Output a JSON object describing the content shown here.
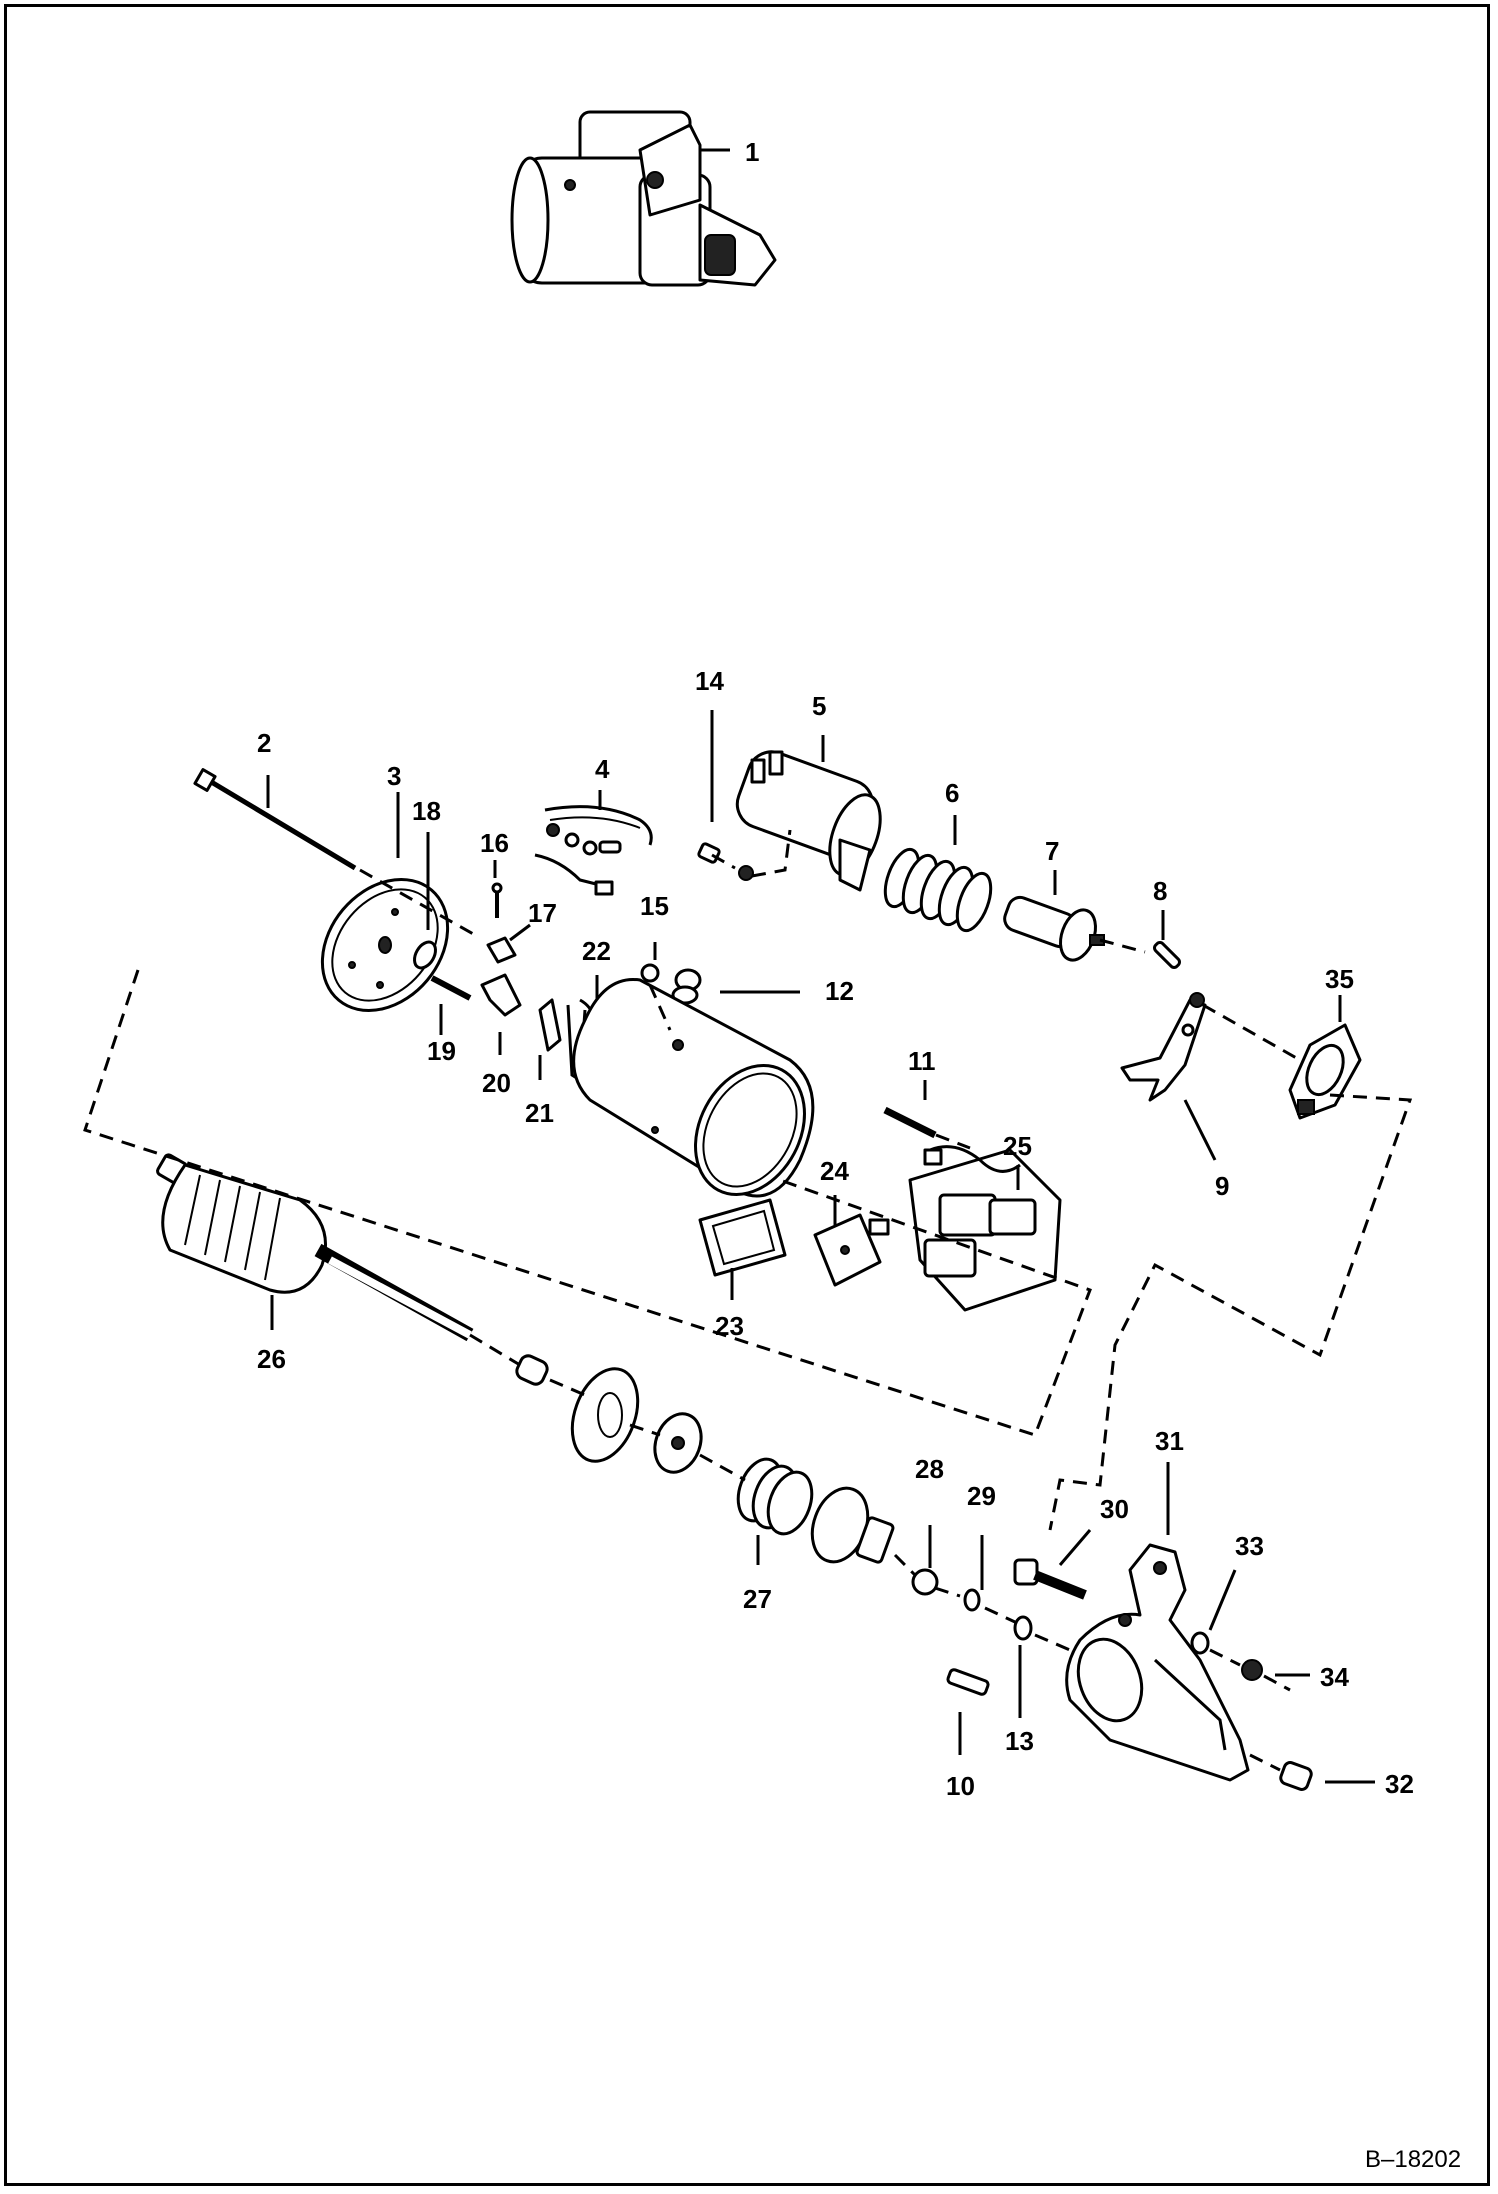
{
  "figure_id": "B–18202",
  "callouts": [
    "1",
    "2",
    "3",
    "4",
    "5",
    "6",
    "7",
    "8",
    "9",
    "10",
    "11",
    "12",
    "13",
    "14",
    "15",
    "16",
    "17",
    "18",
    "19",
    "20",
    "21",
    "22",
    "23",
    "24",
    "25",
    "26",
    "27",
    "28",
    "29",
    "30",
    "31",
    "32",
    "33",
    "34",
    "35"
  ]
}
